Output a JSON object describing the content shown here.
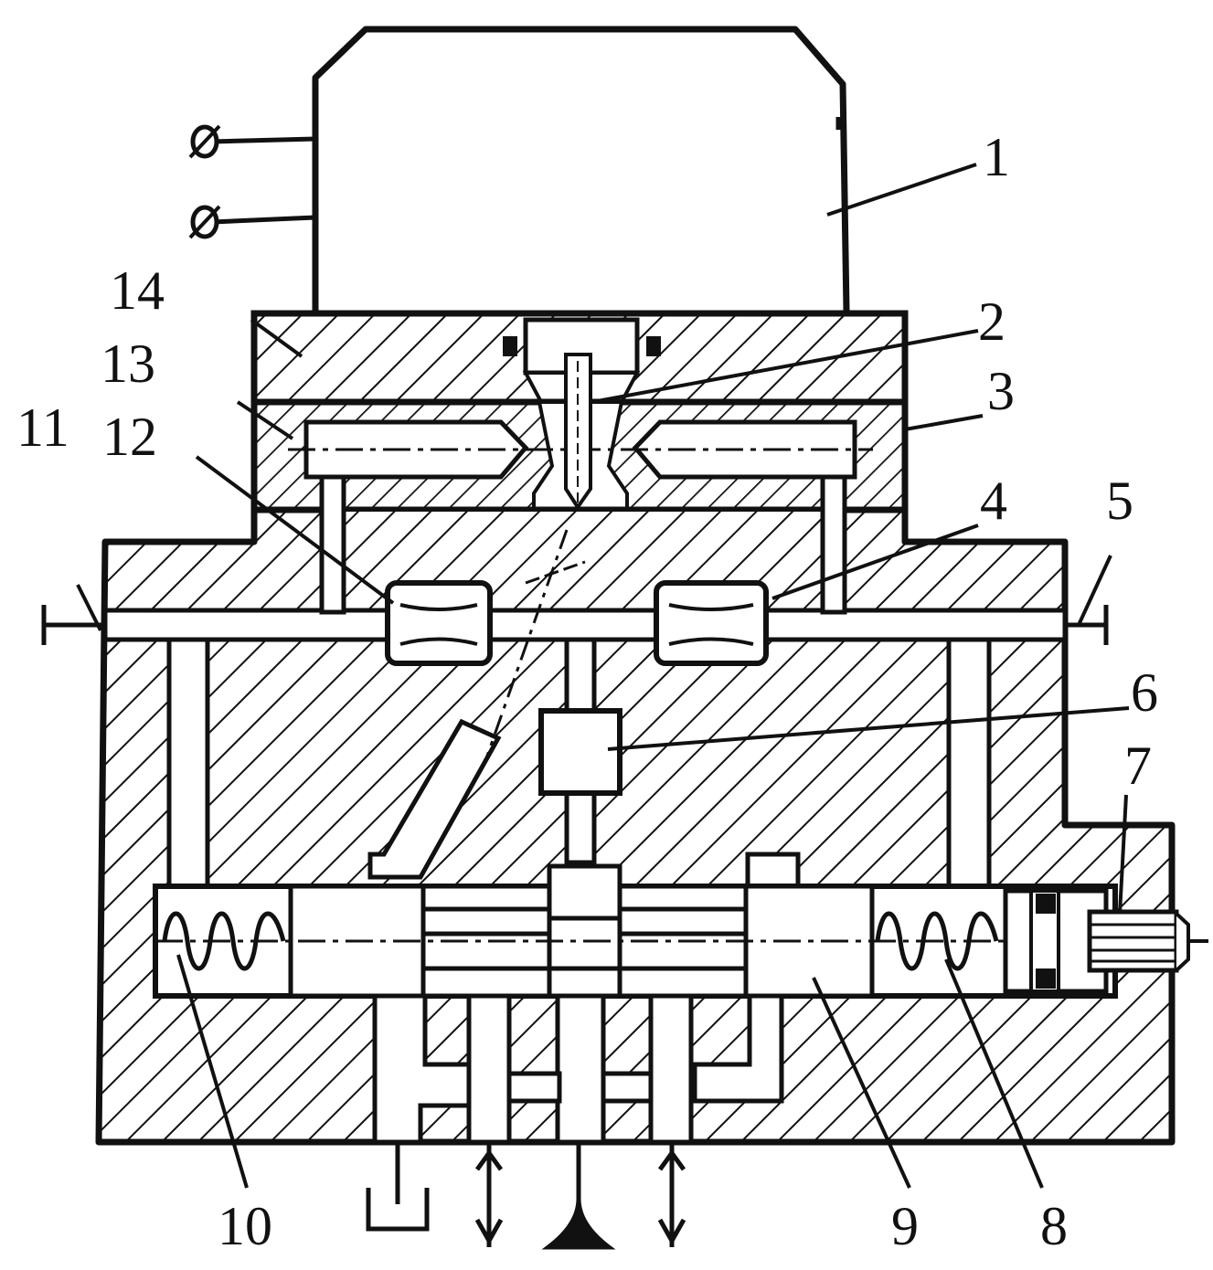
{
  "labels": {
    "n1": "1",
    "n2": "2",
    "n3": "3",
    "n4": "4",
    "n5": "5",
    "n6": "6",
    "n7": "7",
    "n8": "8",
    "n9": "9",
    "n10": "10",
    "n11": "11",
    "n12": "12",
    "n13": "13",
    "n14": "14"
  },
  "colors": {
    "ink": "#111111",
    "paper": "#ffffff"
  }
}
